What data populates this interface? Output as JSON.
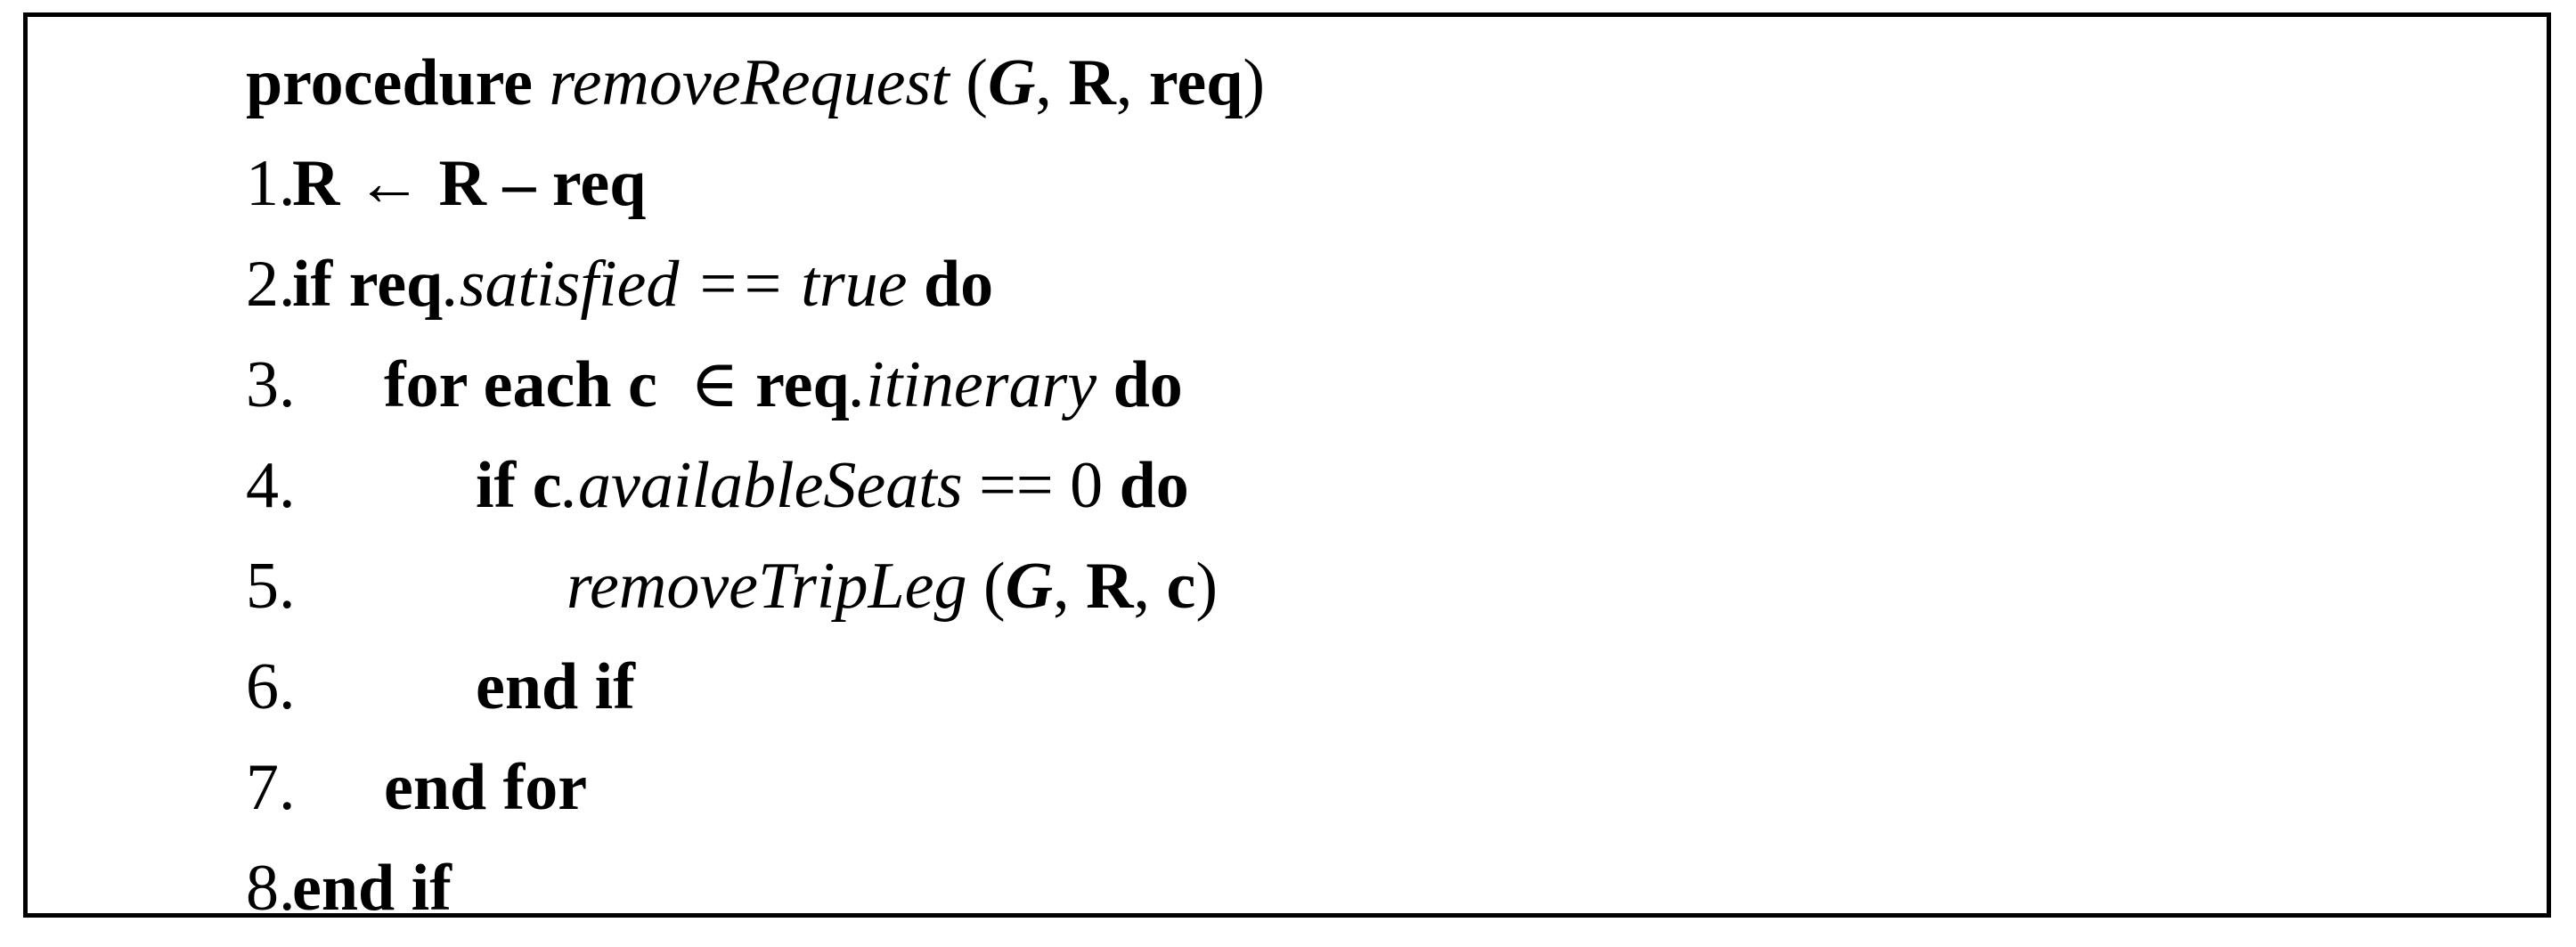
{
  "figure": {
    "kind": "algorithm-pseudocode-box",
    "border_color": "#000000",
    "background_color": "#ffffff",
    "text_color": "#000000"
  },
  "header": {
    "keyword": "procedure",
    "name": "removeRequest",
    "open_paren": " (",
    "param_1": "G",
    "sep_1": ", ",
    "param_2": "R",
    "sep_2": ", ",
    "param_3": "req",
    "close_paren": ")"
  },
  "lines": [
    {
      "number": "1.",
      "indent": "ind-1",
      "parts": [
        {
          "text": "R ",
          "style": "kw"
        },
        {
          "text": "←",
          "style": "sym"
        },
        {
          "text": " R ",
          "style": "kw"
        },
        {
          "text": "–",
          "style": "kw"
        },
        {
          "text": " req",
          "style": "kw"
        }
      ]
    },
    {
      "number": "2.",
      "indent": "ind-1",
      "parts": [
        {
          "text": "if ",
          "style": "kw"
        },
        {
          "text": "req",
          "style": "kw"
        },
        {
          "text": ".satisfied ",
          "style": "idt"
        },
        {
          "text": "==",
          "style": "idt"
        },
        {
          "text": " true ",
          "style": "idt"
        },
        {
          "text": "do",
          "style": "kw"
        }
      ]
    },
    {
      "number": "3.",
      "indent": "ind-2",
      "parts": [
        {
          "text": "for each c ",
          "style": "kw"
        },
        {
          "text": " ∈ ",
          "style": "sym"
        },
        {
          "text": "req",
          "style": "kw"
        },
        {
          "text": ".itinerary ",
          "style": "idt"
        },
        {
          "text": "do",
          "style": "kw"
        }
      ]
    },
    {
      "number": "4.",
      "indent": "ind-3",
      "parts": [
        {
          "text": "if c",
          "style": "kw"
        },
        {
          "text": ".availableSeats ",
          "style": "idt"
        },
        {
          "text": "==",
          "style": "plain"
        },
        {
          "text": " 0 ",
          "style": "plain"
        },
        {
          "text": "do",
          "style": "kw"
        }
      ]
    },
    {
      "number": "5.",
      "indent": "ind-4",
      "parts": [
        {
          "text": "removeTripLeg",
          "style": "idt"
        },
        {
          "text": " (",
          "style": "plain"
        },
        {
          "text": "G",
          "style": "bi"
        },
        {
          "text": ", ",
          "style": "plain"
        },
        {
          "text": "R",
          "style": "kw"
        },
        {
          "text": ", ",
          "style": "plain"
        },
        {
          "text": "c",
          "style": "kw"
        },
        {
          "text": ")",
          "style": "plain"
        }
      ]
    },
    {
      "number": "6.",
      "indent": "ind-3",
      "parts": [
        {
          "text": "end if",
          "style": "kw"
        }
      ]
    },
    {
      "number": "7.",
      "indent": "ind-2",
      "parts": [
        {
          "text": "end for",
          "style": "kw"
        }
      ]
    },
    {
      "number": "8.",
      "indent": "ind-1",
      "parts": [
        {
          "text": "end if",
          "style": "kw"
        }
      ]
    }
  ]
}
